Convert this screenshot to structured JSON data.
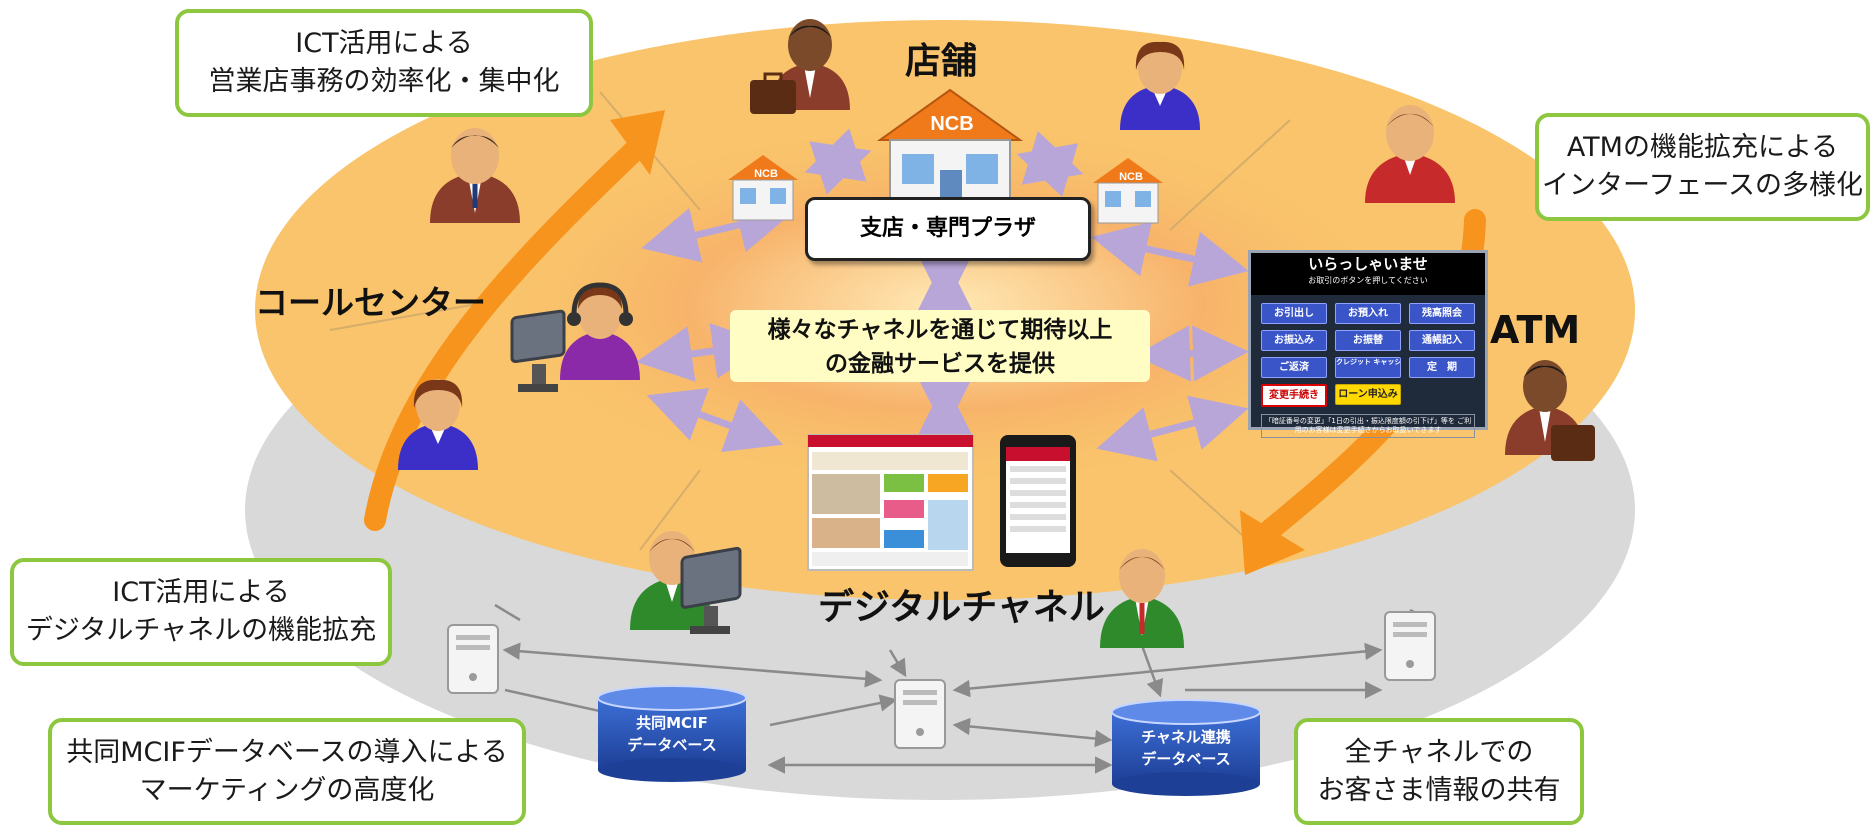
{
  "callouts": {
    "top_left": {
      "line1": "ICT活用による",
      "line2": "営業店事務の効率化・集中化"
    },
    "top_right": {
      "line1": "ATMの機能拡充による",
      "line2": "インターフェースの多様化"
    },
    "mid_left": {
      "line1": "ICT活用による",
      "line2": "デジタルチャネルの機能拡充"
    },
    "bottom_left": {
      "line1": "共同MCIFデータベースの導入による",
      "line2": "マーケティングの高度化"
    },
    "bottom_right": {
      "line1": "全チャネルでの",
      "line2": "お客さま情報の共有"
    }
  },
  "channels": {
    "store": "店舗",
    "call_center": "コールセンター",
    "atm": "ATM",
    "digital": "デジタルチャネル",
    "branch_plaza": "支店・専門プラザ"
  },
  "center_message": {
    "line1": "様々なチャネルを通じて期待以上",
    "line2": "の金融サービスを提供"
  },
  "store_sign": "NCB",
  "atm_screen": {
    "title": "いらっしゃいませ",
    "subtitle": "お取引のボタンを押してください",
    "buttons": [
      "お引出し",
      "お預入れ",
      "残高照会",
      "お振込み",
      "お振替",
      "通帳記入",
      "ご返済",
      "クレジット キャッシング",
      "定　期",
      "変更手続き",
      "ローン申込み"
    ],
    "footer": "「暗証番号の変更」「1日の引出・振込限度額の引下げ」等を ご利用のお客様は変更手続きからお取扱いできます"
  },
  "databases": {
    "mcif": {
      "line1": "共同MCIF",
      "line2": "データベース"
    },
    "channel": {
      "line1": "チャネル連携",
      "line2": "データベース"
    }
  },
  "colors": {
    "outer_ellipse": "#f9c46b",
    "inner_glow": "#f5a253",
    "grey_base": "#d9d9d9",
    "callout_border": "#8dc63f",
    "big_arrow": "#f7941d",
    "connector_arrow": "#b9a6d8",
    "database": "#2a55b8"
  }
}
